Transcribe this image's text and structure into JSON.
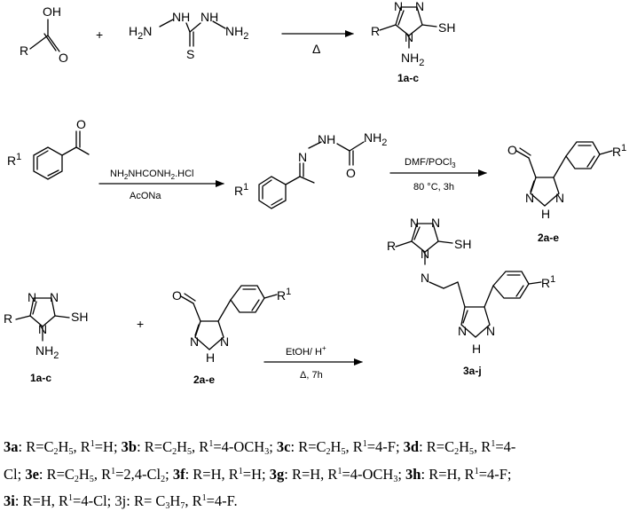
{
  "scheme": {
    "r1": {
      "plus": "+",
      "acid_oh": "OH",
      "acid_o": "O",
      "acid_r": "R",
      "tcz_h2n": "H",
      "tcz_h2n_sub": "2",
      "tcz_h2n_n": "N",
      "tcz_nh1": "NH",
      "tcz_nh2": "NH",
      "tcz_nh2b": "NH",
      "tcz_nh2b_sub": "2",
      "tcz_s": "S",
      "condition": "Δ",
      "prod_r": "R",
      "prod_n1": "N",
      "prod_n2": "N",
      "prod_n4": "N",
      "prod_sh": "SH",
      "prod_nh2": "NH",
      "prod_nh2_sub": "2",
      "label": "1a-c"
    },
    "r2": {
      "ac_r": "R",
      "ac_r_sup": "1",
      "ac_o": "O",
      "reagent1": "NH",
      "reagent1_s1": "2",
      "reagent1_mid": "NHCONH",
      "reagent1_s2": "2",
      "reagent1_end": ".HCl",
      "reagent2": "AcONa",
      "sc_r": "R",
      "sc_r_sup": "1",
      "sc_n": "N",
      "sc_nh": "NH",
      "sc_nh2": "NH",
      "sc_nh2_sub": "2",
      "sc_o": "O",
      "vh1": "DMF/POCl",
      "vh1_sub": "3",
      "vh2": "80 °C, 3h",
      "pz_o": "O",
      "pz_n1": "N",
      "pz_n2": "N",
      "pz_h": "H",
      "pz_r": "R",
      "pz_r_sup": "1",
      "label": "2a-e"
    },
    "r3": {
      "plus": "+",
      "tr_r": "R",
      "tr_n1": "N",
      "tr_n2": "N",
      "tr_n4": "N",
      "tr_sh": "SH",
      "tr_nh2": "NH",
      "tr_nh2_sub": "2",
      "tr_label": "1a-c",
      "pz_o": "O",
      "pz_n1": "N",
      "pz_n2": "N",
      "pz_h": "H",
      "pz_r": "R",
      "pz_r_sup": "1",
      "pz_label": "2a-e",
      "cond1": "EtOH/ H",
      "cond1_sup": "+",
      "cond2": "Δ, 7h",
      "fp_r": "R",
      "fp_n1": "N",
      "fp_n2": "N",
      "fp_n4": "N",
      "fp_sh": "SH",
      "fp_n": "N",
      "fp_pn1": "N",
      "fp_pn2": "N",
      "fp_h": "H",
      "fp_r1": "R",
      "fp_r1_sup": "1",
      "label": "3a-j"
    }
  },
  "legend": {
    "line1": [
      {
        "b": "3a"
      },
      {
        "t": ": R=C"
      },
      {
        "sub": "2"
      },
      {
        "t": "H"
      },
      {
        "sub": "5"
      },
      {
        "t": ", R"
      },
      {
        "sup": "1"
      },
      {
        "t": "=H; "
      },
      {
        "b": "3b"
      },
      {
        "t": ": R=C"
      },
      {
        "sub": "2"
      },
      {
        "t": "H"
      },
      {
        "sub": "5"
      },
      {
        "t": ", R"
      },
      {
        "sup": "1"
      },
      {
        "t": "=4-OCH"
      },
      {
        "sub": "3"
      },
      {
        "t": "; "
      },
      {
        "b": "3c"
      },
      {
        "t": ": R=C"
      },
      {
        "sub": "2"
      },
      {
        "t": "H"
      },
      {
        "sub": "5"
      },
      {
        "t": ", R"
      },
      {
        "sup": "1"
      },
      {
        "t": "=4-F; "
      },
      {
        "b": "3d"
      },
      {
        "t": ": R=C"
      },
      {
        "sub": "2"
      },
      {
        "t": "H"
      },
      {
        "sub": "5"
      },
      {
        "t": ", R"
      },
      {
        "sup": "1"
      },
      {
        "t": "=4-"
      }
    ],
    "line2": [
      {
        "t": "Cl; "
      },
      {
        "b": "3e"
      },
      {
        "t": ": R=C"
      },
      {
        "sub": "2"
      },
      {
        "t": "H"
      },
      {
        "sub": "5"
      },
      {
        "t": ", R"
      },
      {
        "sup": "1"
      },
      {
        "t": "=2,4-Cl"
      },
      {
        "sub": "2"
      },
      {
        "t": "; "
      },
      {
        "b": "3f"
      },
      {
        "t": ": R=H, R"
      },
      {
        "sup": "1"
      },
      {
        "t": "=H; "
      },
      {
        "b": "3g"
      },
      {
        "t": ": R=H, R"
      },
      {
        "sup": "1"
      },
      {
        "t": "=4-OCH"
      },
      {
        "sub": "3"
      },
      {
        "t": "; "
      },
      {
        "b": "3h"
      },
      {
        "t": ": R=H, R"
      },
      {
        "sup": "1"
      },
      {
        "t": "=4-F;"
      }
    ],
    "line3": [
      {
        "b": "3i"
      },
      {
        "t": ": R=H, R"
      },
      {
        "sup": "1"
      },
      {
        "t": "=4-Cl; 3j: R= C"
      },
      {
        "sub": "3"
      },
      {
        "t": "H"
      },
      {
        "sub": "7"
      },
      {
        "t": ", R"
      },
      {
        "sup": "1"
      },
      {
        "t": "=4-F."
      }
    ]
  }
}
